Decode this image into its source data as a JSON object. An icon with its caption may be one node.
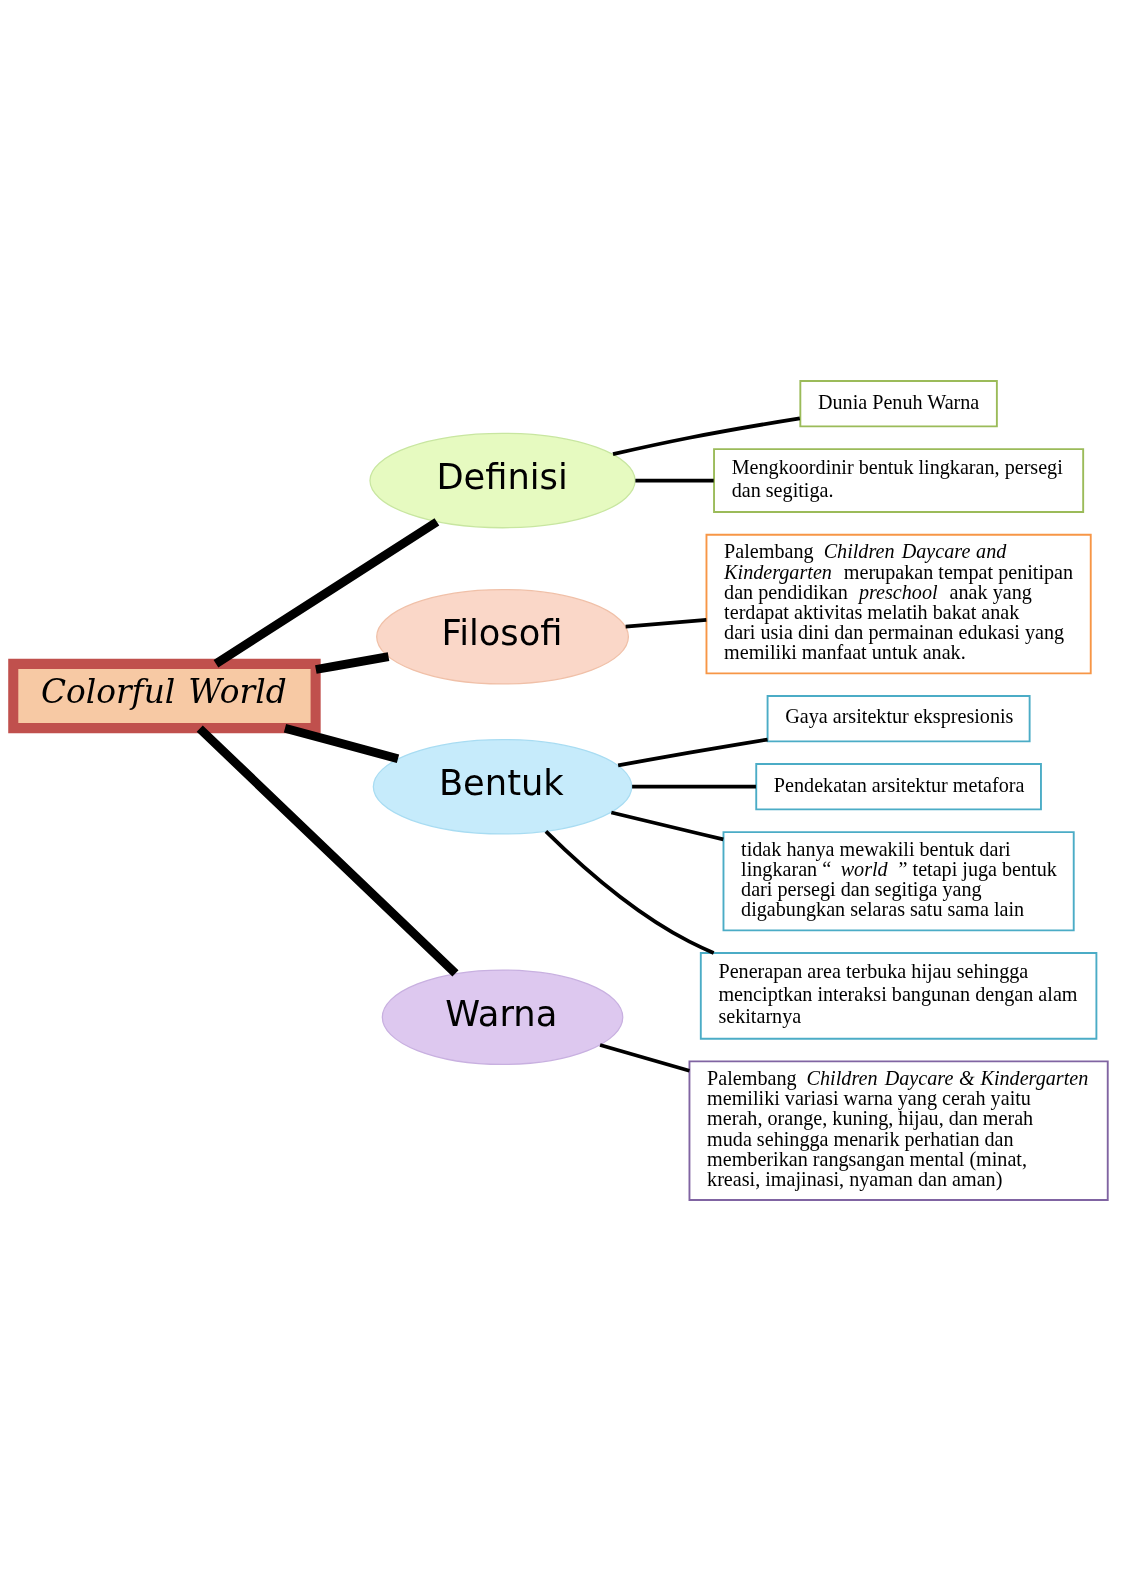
{
  "diagram": {
    "nodes": [
      {
        "text": [
          "Colorful World"
        ]
      },
      {
        "text": [
          "Definisi"
        ]
      },
      {
        "text": [
          "Dunia Penuh Warna"
        ]
      },
      {
        "text": [
          "Mengkoordinir bentuk lingkaran, persegi dan segitiga."
        ]
      },
      {
        "text": [
          "Filosofi"
        ]
      },
      {
        "text": [
          "Palembang *Children Daycare and Kindergarten* merupakan tempat penitipan dan pendidikan *preschool* anak yang terdapat aktivitas melatih bakat anak dari usia dini dan permainan edukasi yang memiliki manfaat untuk anak."
        ]
      },
      {
        "text": [
          "Bentuk"
        ]
      },
      {
        "text": [
          "Gaya arsitektur ekspresionis"
        ]
      },
      {
        "text": [
          "Pendekatan arsitektur metafora"
        ]
      },
      {
        "text": [
          "tidak hanya mewakili bentuk dari lingkaran “*world*” tetapi juga bentuk dari persegi dan segitiga yang digabungkan selaras satu sama lain"
        ]
      },
      {
        "text": [
          "Penerapan area terbuka hijau sehingga menciptkan interaksi bangunan dengan alam sekitarnya"
        ]
      },
      {
        "text": [
          "Warna"
        ]
      },
      {
        "text": [
          "Palembang *Children Daycare & Kindergarten* memiliki variasi warna yang cerah yaitu merah, orange, kuning, hijau, dan merah muda sehingga menarik perhatian dan memberikan rangsangan mental (minat, kreasi, imajinasi, nyaman dan aman)"
        ]
      }
    ],
    "edges": [
      {
        "from": 0,
        "to": 1,
        "arrow": "none",
        "style": "thick"
      },
      {
        "from": 1,
        "to": 2,
        "arrow": "none"
      },
      {
        "from": 1,
        "to": 3,
        "arrow": "none"
      },
      {
        "from": 0,
        "to": 4,
        "arrow": "none",
        "style": "thick"
      },
      {
        "from": 4,
        "to": 5,
        "arrow": "none"
      },
      {
        "from": 0,
        "to": 6,
        "arrow": "none",
        "style": "thick"
      },
      {
        "from": 6,
        "to": 7,
        "arrow": "none"
      },
      {
        "from": 6,
        "to": 8,
        "arrow": "none"
      },
      {
        "from": 6,
        "to": 9,
        "arrow": "none"
      },
      {
        "from": 6,
        "to": 10,
        "arrow": "none"
      },
      {
        "from": 0,
        "to": 11,
        "arrow": "none",
        "style": "thick"
      },
      {
        "from": 11,
        "to": 12,
        "arrow": "none"
      }
    ]
  }
}
